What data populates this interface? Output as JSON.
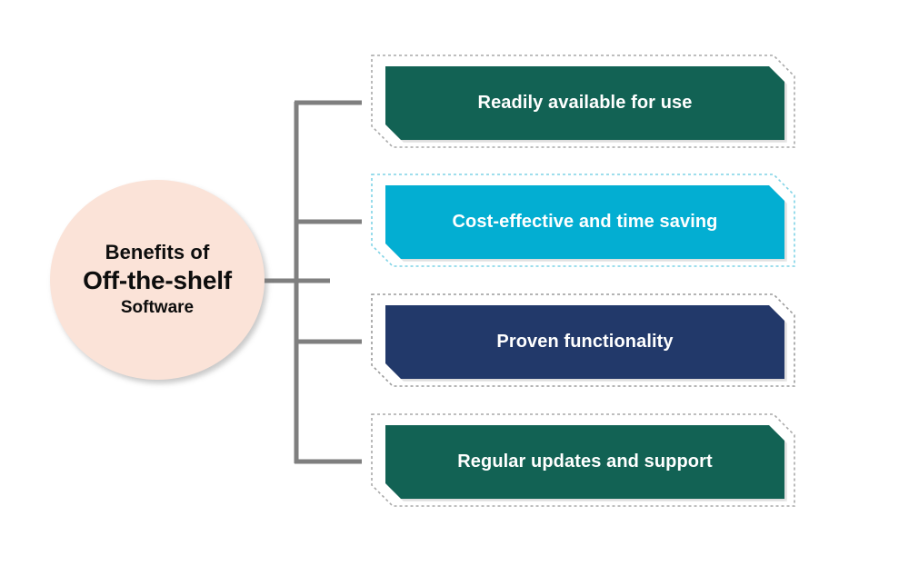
{
  "diagram": {
    "type": "radial-branch",
    "title": "Benefits of Off-the-shelf Software",
    "center": {
      "line1": "Benefits of",
      "line2": "Off-the-shelf",
      "line3": "Software",
      "fill_color": "#fbe3d8",
      "text_color": "#0d0d0d",
      "shape": "circle"
    },
    "connector_color": "#7f7f7f",
    "branches": [
      {
        "id": "readily-available",
        "label": "Readily available for use",
        "fill_color": "#126254",
        "outline_color": "#a9a9a9",
        "text_color": "#ffffff"
      },
      {
        "id": "cost-effective",
        "label": "Cost-effective and time saving",
        "fill_color": "#03aed2",
        "outline_color": "#7fd3e6",
        "text_color": "#ffffff"
      },
      {
        "id": "proven-functionality",
        "label": "Proven functionality",
        "fill_color": "#22396a",
        "outline_color": "#9b9b9b",
        "text_color": "#ffffff"
      },
      {
        "id": "regular-updates",
        "label": "Regular updates and support",
        "fill_color": "#126254",
        "outline_color": "#a9a9a9",
        "text_color": "#ffffff"
      }
    ]
  }
}
